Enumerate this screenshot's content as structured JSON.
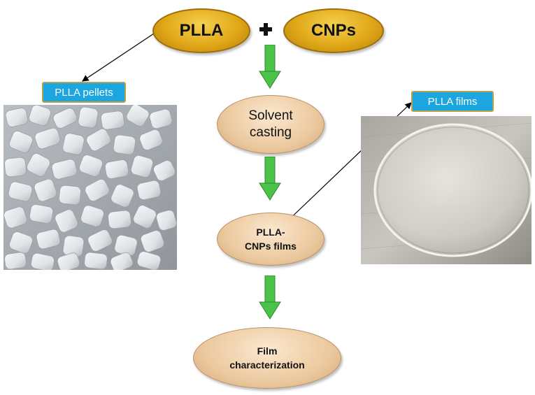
{
  "nodes": {
    "plla": "PLLA",
    "plus_symbol": "+",
    "cnps": "CNPs",
    "solvent_casting_line1": "Solvent",
    "solvent_casting_line2": "casting",
    "plla_cnps_films_line1": "PLLA-",
    "plla_cnps_films_line2": "CNPs films",
    "film_characterization_line1": "Film",
    "film_characterization_line2": "characterization"
  },
  "labels": {
    "plla_pellets": "PLLA pellets",
    "plla_films": "PLLA films"
  },
  "colors": {
    "gold_fill": "#e0a818",
    "tan_fill": "#ecc99f",
    "label_fill": "#1ca6e0",
    "arrow_green": "#4cc24a"
  }
}
